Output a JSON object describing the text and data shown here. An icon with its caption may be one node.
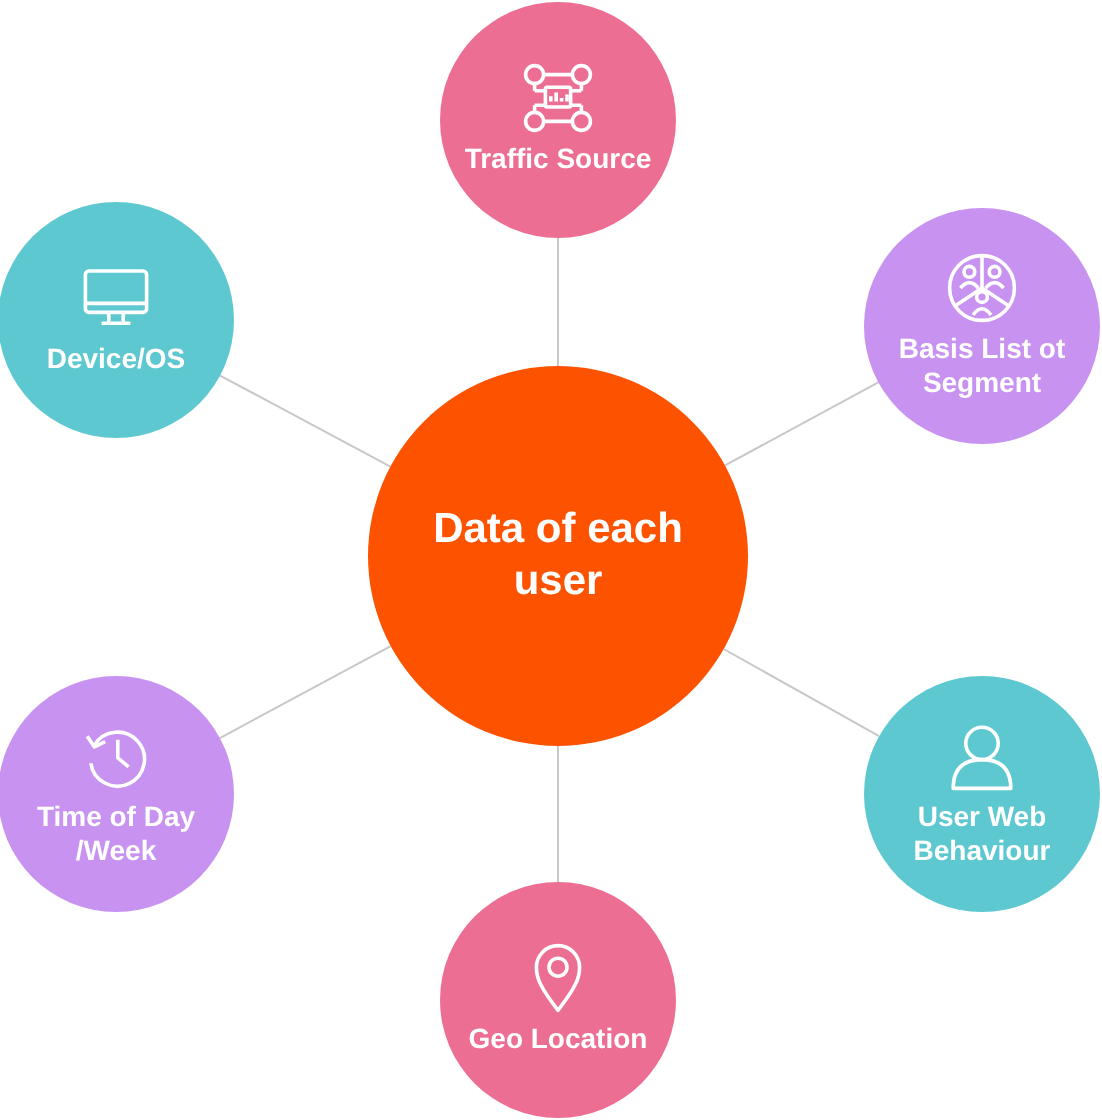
{
  "diagram": {
    "nodes": [
      {
        "text": [
          "Data of each user"
        ]
      },
      {
        "text": [
          "Traffic Source"
        ]
      },
      {
        "text": [
          "Basis List ot Segment"
        ]
      },
      {
        "text": [
          "User Web Behaviour"
        ]
      },
      {
        "text": [
          "Geo Location"
        ]
      },
      {
        "text": [
          "Time of Day /Week"
        ]
      },
      {
        "text": [
          "Device/OS"
        ]
      }
    ],
    "edges": [
      {
        "from": 0,
        "to": 1,
        "arrow": "none"
      },
      {
        "from": 0,
        "to": 2,
        "arrow": "none"
      },
      {
        "from": 0,
        "to": 3,
        "arrow": "none"
      },
      {
        "from": 0,
        "to": 4,
        "arrow": "none"
      },
      {
        "from": 0,
        "to": 5,
        "arrow": "none"
      },
      {
        "from": 0,
        "to": 6,
        "arrow": "none"
      }
    ]
  }
}
